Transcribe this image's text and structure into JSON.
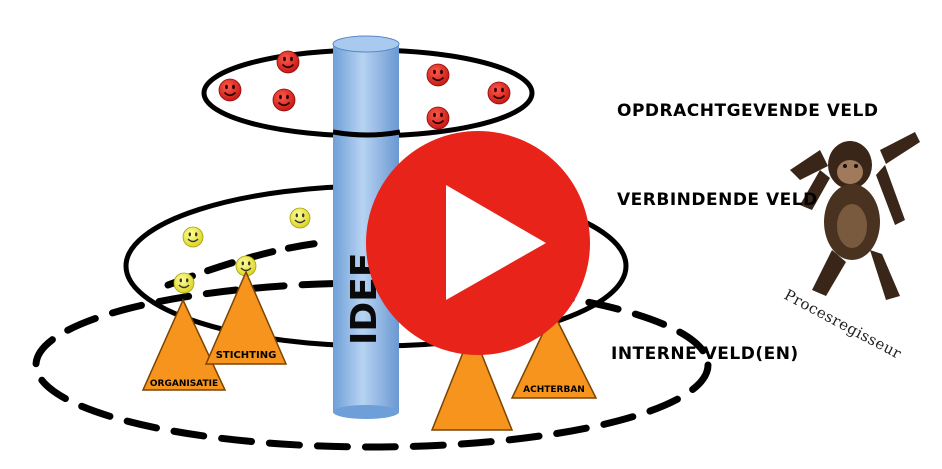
{
  "diagram": {
    "pillar_label": "IDEE",
    "fields": {
      "opdrachtgevend": "OPDRACHTGEVENDE VELD",
      "verbindend": "VERBINDENDE VELD",
      "intern": "INTERNE VELD(EN)"
    },
    "triangles": {
      "organisatie": "ORGANISATIE",
      "stichting": "STICHTING",
      "achterban": "ACHTERBAN"
    },
    "role_caption": "Procesregisseur",
    "colors": {
      "pillar": "#8fb8e6",
      "red_face": "#e3261e",
      "yellow_face": "#f2ef4a",
      "triangle": "#f6941d",
      "play_button": "#e8231a"
    }
  },
  "video": {
    "play_icon": "play-icon"
  }
}
